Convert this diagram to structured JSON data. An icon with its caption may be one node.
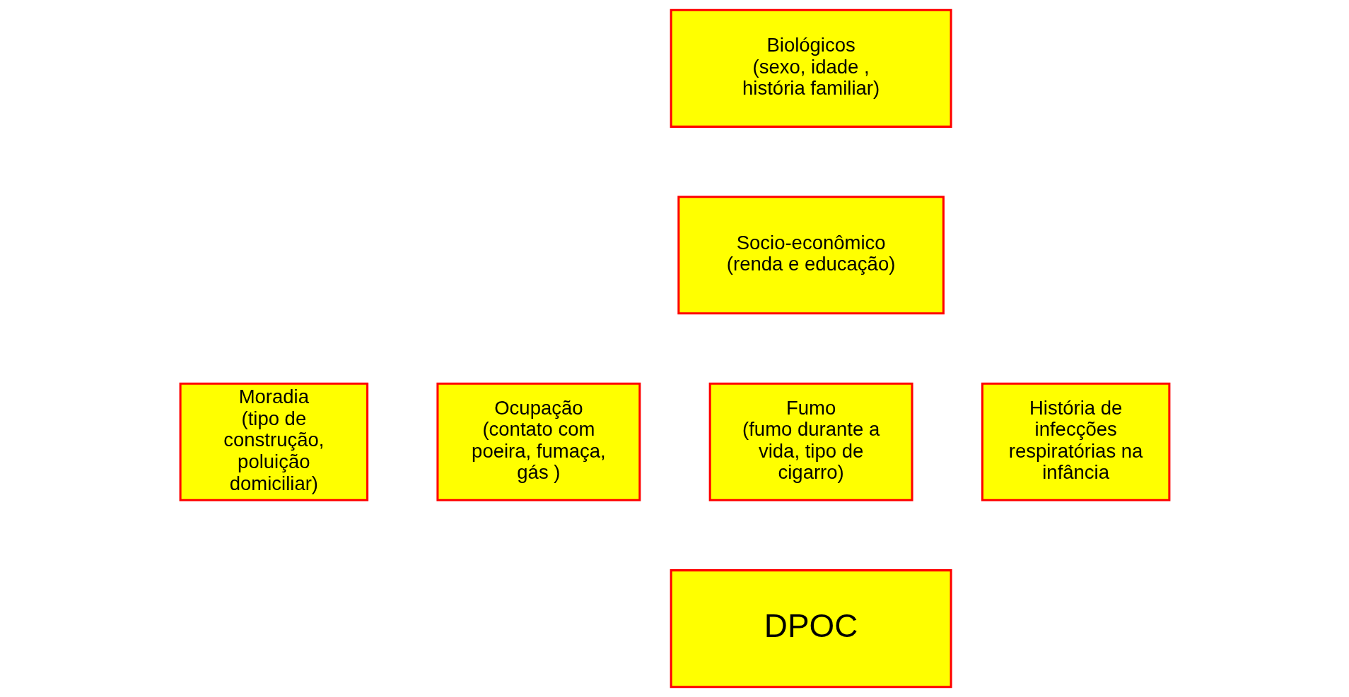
{
  "diagram": {
    "nodes": [
      {
        "text": [
          "Biológicos",
          "(sexo, idade , história familiar)"
        ]
      },
      {
        "text": [
          "Socio-econômico",
          "(renda e educação)"
        ]
      },
      {
        "text": [
          "Moradia",
          "(tipo de construção, poluição domiciliar)"
        ]
      },
      {
        "text": [
          "Ocupação",
          "(contato com poeira, fumaça, gás )"
        ]
      },
      {
        "text": [
          "Fumo",
          "(fumo durante a vida, tipo de cigarro)"
        ]
      },
      {
        "text": [
          "História de infecções respiratórias na infância"
        ]
      },
      {
        "text": [
          "DPOC"
        ]
      }
    ]
  }
}
